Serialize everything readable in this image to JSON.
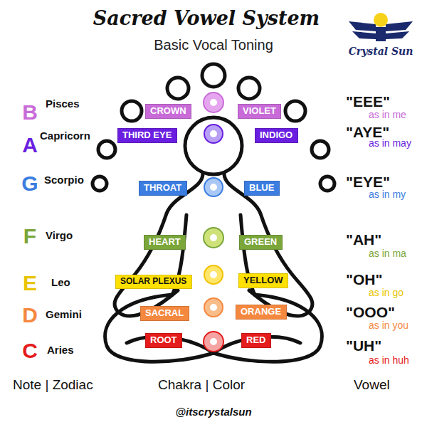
{
  "diagram": {
    "title": "Sacred Vowel System",
    "caption": "@itscrystalsun",
    "nodes": [
      {
        "text": [
          "CROWN"
        ]
      },
      {
        "text": [
          "VIOLET"
        ]
      },
      {
        "text": [
          "THIRD EYE"
        ]
      },
      {
        "text": [
          "INDIGO"
        ]
      },
      {
        "text": [
          "THROAT"
        ]
      },
      {
        "text": [
          "BLUE"
        ]
      },
      {
        "text": [
          "HEART"
        ]
      },
      {
        "text": [
          "GREEN"
        ]
      },
      {
        "text": [
          "SOLAR PLEXUS"
        ]
      },
      {
        "text": [
          "YELLOW"
        ]
      },
      {
        "text": [
          "SACRAL"
        ]
      },
      {
        "text": [
          "ORANGE"
        ]
      },
      {
        "text": [
          "ROOT"
        ]
      },
      {
        "text": [
          "RED"
        ]
      }
    ],
    "labels": [
      "Basic Vocal Toning",
      "Crystal Sun",
      "B",
      "Pisces",
      "A",
      "Capricorn",
      "G",
      "Scorpio",
      "F",
      "Virgo",
      "E",
      "Leo",
      "D",
      "Gemini",
      "C",
      "Aries",
      "\"EEE\"",
      "as in me",
      "\"AYE\"",
      "as in may",
      "\"EYE\"",
      "as in my",
      "\"AH\"",
      "as in ma",
      "\"OH\"",
      "as in go",
      "\"OOO\"",
      "as in you",
      "\"UH\"",
      "as in huh",
      "Note | Zodiac",
      "Chakra | Color",
      "Vowel"
    ]
  }
}
